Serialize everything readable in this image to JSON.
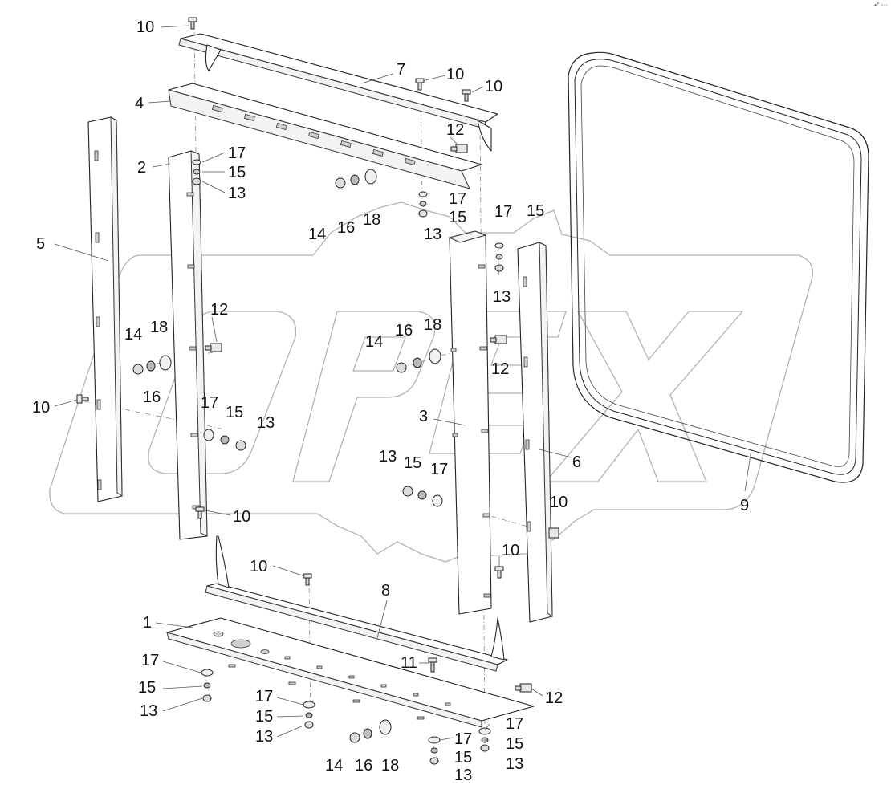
{
  "corner_mark": "•° ◦◦◦",
  "callouts": [
    {
      "id": "c10a",
      "text": "10"
    },
    {
      "id": "c7",
      "text": "7"
    },
    {
      "id": "c10b",
      "text": "10"
    },
    {
      "id": "c10c",
      "text": "10"
    },
    {
      "id": "c4",
      "text": "4"
    },
    {
      "id": "c12a",
      "text": "12"
    },
    {
      "id": "c2",
      "text": "2"
    },
    {
      "id": "c17a",
      "text": "17"
    },
    {
      "id": "c15a",
      "text": "15"
    },
    {
      "id": "c13a",
      "text": "13"
    },
    {
      "id": "c17b",
      "text": "17"
    },
    {
      "id": "c15b",
      "text": "15"
    },
    {
      "id": "c13b",
      "text": "13"
    },
    {
      "id": "c14a",
      "text": "14"
    },
    {
      "id": "c16a",
      "text": "16"
    },
    {
      "id": "c18a",
      "text": "18"
    },
    {
      "id": "c17c",
      "text": "17"
    },
    {
      "id": "c15c",
      "text": "15"
    },
    {
      "id": "c13c",
      "text": "13"
    },
    {
      "id": "c5",
      "text": "5"
    },
    {
      "id": "c12b",
      "text": "12"
    },
    {
      "id": "c14b",
      "text": "14"
    },
    {
      "id": "c18b",
      "text": "18"
    },
    {
      "id": "c16b",
      "text": "16"
    },
    {
      "id": "c14c",
      "text": "14"
    },
    {
      "id": "c16c",
      "text": "16"
    },
    {
      "id": "c18c",
      "text": "18"
    },
    {
      "id": "c12c",
      "text": "12"
    },
    {
      "id": "c10d",
      "text": "10"
    },
    {
      "id": "c17d",
      "text": "17"
    },
    {
      "id": "c15d",
      "text": "15"
    },
    {
      "id": "c13d",
      "text": "13"
    },
    {
      "id": "c3",
      "text": "3"
    },
    {
      "id": "c6",
      "text": "6"
    },
    {
      "id": "c9",
      "text": "9"
    },
    {
      "id": "c13e",
      "text": "13"
    },
    {
      "id": "c15e",
      "text": "15"
    },
    {
      "id": "c17e",
      "text": "17"
    },
    {
      "id": "c10e",
      "text": "10"
    },
    {
      "id": "c10f",
      "text": "10"
    },
    {
      "id": "c10g",
      "text": "10"
    },
    {
      "id": "c10h",
      "text": "10"
    },
    {
      "id": "c8",
      "text": "8"
    },
    {
      "id": "c1",
      "text": "1"
    },
    {
      "id": "c11",
      "text": "11"
    },
    {
      "id": "c12d",
      "text": "12"
    },
    {
      "id": "c17f",
      "text": "17"
    },
    {
      "id": "c15f",
      "text": "15"
    },
    {
      "id": "c13f",
      "text": "13"
    },
    {
      "id": "c17g",
      "text": "17"
    },
    {
      "id": "c15g",
      "text": "15"
    },
    {
      "id": "c13g",
      "text": "13"
    },
    {
      "id": "c14d",
      "text": "14"
    },
    {
      "id": "c16d",
      "text": "16"
    },
    {
      "id": "c18d",
      "text": "18"
    },
    {
      "id": "c17h",
      "text": "17"
    },
    {
      "id": "c15h",
      "text": "15"
    },
    {
      "id": "c13h",
      "text": "13"
    },
    {
      "id": "c17i",
      "text": "17"
    },
    {
      "id": "c15i",
      "text": "15"
    },
    {
      "id": "c13i",
      "text": "13"
    }
  ]
}
